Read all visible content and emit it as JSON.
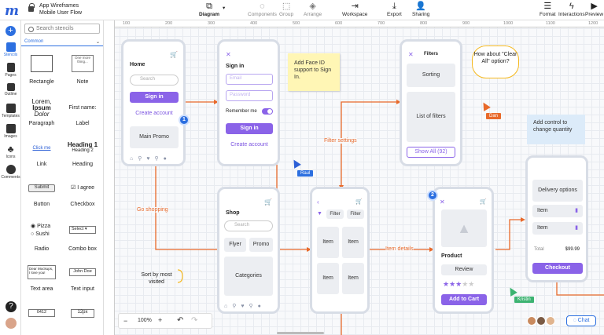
{
  "app": {
    "title": "App Wireframes",
    "subtitle": "Mobile User Flow"
  },
  "toolbar": {
    "diagram": "Diagram",
    "components": "Components",
    "group": "Group",
    "arrange": "Arrange",
    "workspace": "Workspace",
    "export": "Export",
    "sharing": "Sharing",
    "format": "Format",
    "interactions": "Interactions",
    "preview": "Preview"
  },
  "leftnav": {
    "stencils": "Stencils",
    "pages": "Pages",
    "outline": "Outline",
    "templates": "Templates",
    "images": "Images",
    "icons": "Icons",
    "comments": "Comments"
  },
  "stencils": {
    "search_placeholder": "Search stencils",
    "section": "Common",
    "items": [
      {
        "label": "Rectangle"
      },
      {
        "label": "Note",
        "preview": "One more thing..."
      },
      {
        "label": "Paragraph",
        "preview1": "Lorem,",
        "preview2": "Ipsum",
        "preview3": "Dolor"
      },
      {
        "label": "Label",
        "preview": "First name:"
      },
      {
        "label": "Link",
        "preview": "Click me"
      },
      {
        "label": "Heading",
        "preview1": "Heading 1",
        "preview2": "Heading 2"
      },
      {
        "label": "Button",
        "preview": "Submit"
      },
      {
        "label": "Checkbox",
        "preview": "I agree"
      },
      {
        "label": "Radio",
        "preview1": "Pizza",
        "preview2": "Sushi"
      },
      {
        "label": "Combo box",
        "preview": "Select"
      },
      {
        "label": "Text area",
        "preview": "Dear Mockups, I love you!"
      },
      {
        "label": "Text input",
        "preview": "John Doe"
      },
      {
        "preview": "0412"
      },
      {
        "preview": "12px"
      }
    ]
  },
  "ruler": [
    "100",
    "200",
    "300",
    "400",
    "500",
    "600",
    "700",
    "800",
    "900",
    "1000",
    "1100",
    "1200"
  ],
  "canvas": {
    "home": {
      "title": "Home",
      "search": "Search",
      "signin": "Sign in",
      "create": "Create account",
      "promo": "Main Promo",
      "badge": "1"
    },
    "signin": {
      "title": "Sign in",
      "email": "Email",
      "password": "Password",
      "remember": "Remember me",
      "btn": "Sign in",
      "create": "Create account"
    },
    "note1": "Add Face ID support to Sign In.",
    "filters": {
      "title": "Filters",
      "sorting": "Sorting",
      "list": "List of filters",
      "showall": "Show All (92)"
    },
    "bubble": "How about \"Clear All\" option?",
    "dan": "Dan",
    "note2": "Add control to change quantity",
    "filter_settings": "Filter settings",
    "raul": "Raul",
    "go_shopping": "Go shopping",
    "shop": {
      "title": "Shop",
      "search": "Search",
      "flyer": "Flyer",
      "promo": "Promo",
      "categories": "Categories"
    },
    "sortnote": "Sort by most visited",
    "list": {
      "filter1": "Filter",
      "filter2": "Filter",
      "item": "Item"
    },
    "item_details": "Item details",
    "product": {
      "title": "Product",
      "review": "Review",
      "add": "Add to Cart",
      "badge": "2"
    },
    "cart": {
      "delivery": "Delivery options",
      "item1": "Item",
      "item2": "Item",
      "total": "Total",
      "amount": "$99.99",
      "checkout": "Checkout"
    },
    "kristin": "Kristin"
  },
  "zoom": {
    "minus": "−",
    "value": "100%",
    "plus": "+"
  },
  "chat": "Chat",
  "colors": {
    "accent": "#8a63e8",
    "brand": "#2c5fd6",
    "arrow": "#e8692a"
  }
}
